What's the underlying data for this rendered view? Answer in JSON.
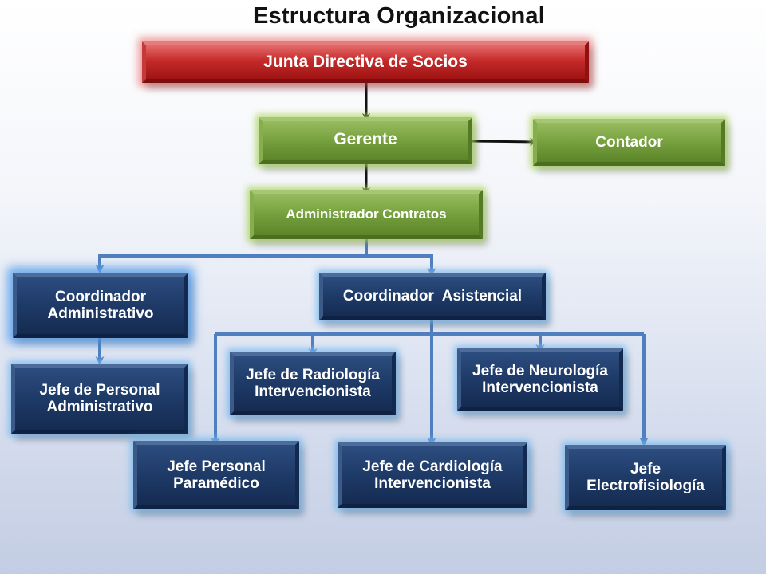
{
  "title": "Estructura Organizacional",
  "boxes": {
    "junta": {
      "line1": "Junta Directiva de Socios"
    },
    "gerente": {
      "line1": "Gerente"
    },
    "contador": {
      "line1": "Contador"
    },
    "administrador": {
      "line1": "Administrador Contratos"
    },
    "coord_admin": {
      "line1": "Coordinador",
      "line2": "Administrativo"
    },
    "coord_asist": {
      "line1": "Coordinador  Asistencial"
    },
    "jefe_personal_admin": {
      "line1": "Jefe de Personal",
      "line2": "Administrativo"
    },
    "jefe_radiologia": {
      "line1": "Jefe de Radiología",
      "line2": "Intervencionista"
    },
    "jefe_neurologia": {
      "line1": "Jefe de Neurología",
      "line2": "Intervencionista"
    },
    "jefe_paramedico": {
      "line1": "Jefe Personal",
      "line2": "Paramédico"
    },
    "jefe_cardiologia": {
      "line1": "Jefe de Cardiología",
      "line2": "Intervencionista"
    },
    "jefe_electro": {
      "line1": "Jefe",
      "line2": "Electrofisiología"
    }
  },
  "colors": {
    "top_level": "#c52a2a",
    "management": "#76a03d",
    "staff": "#1e3a67",
    "connector_dark": "#111111",
    "connector_blue": "#4f7fbf"
  }
}
